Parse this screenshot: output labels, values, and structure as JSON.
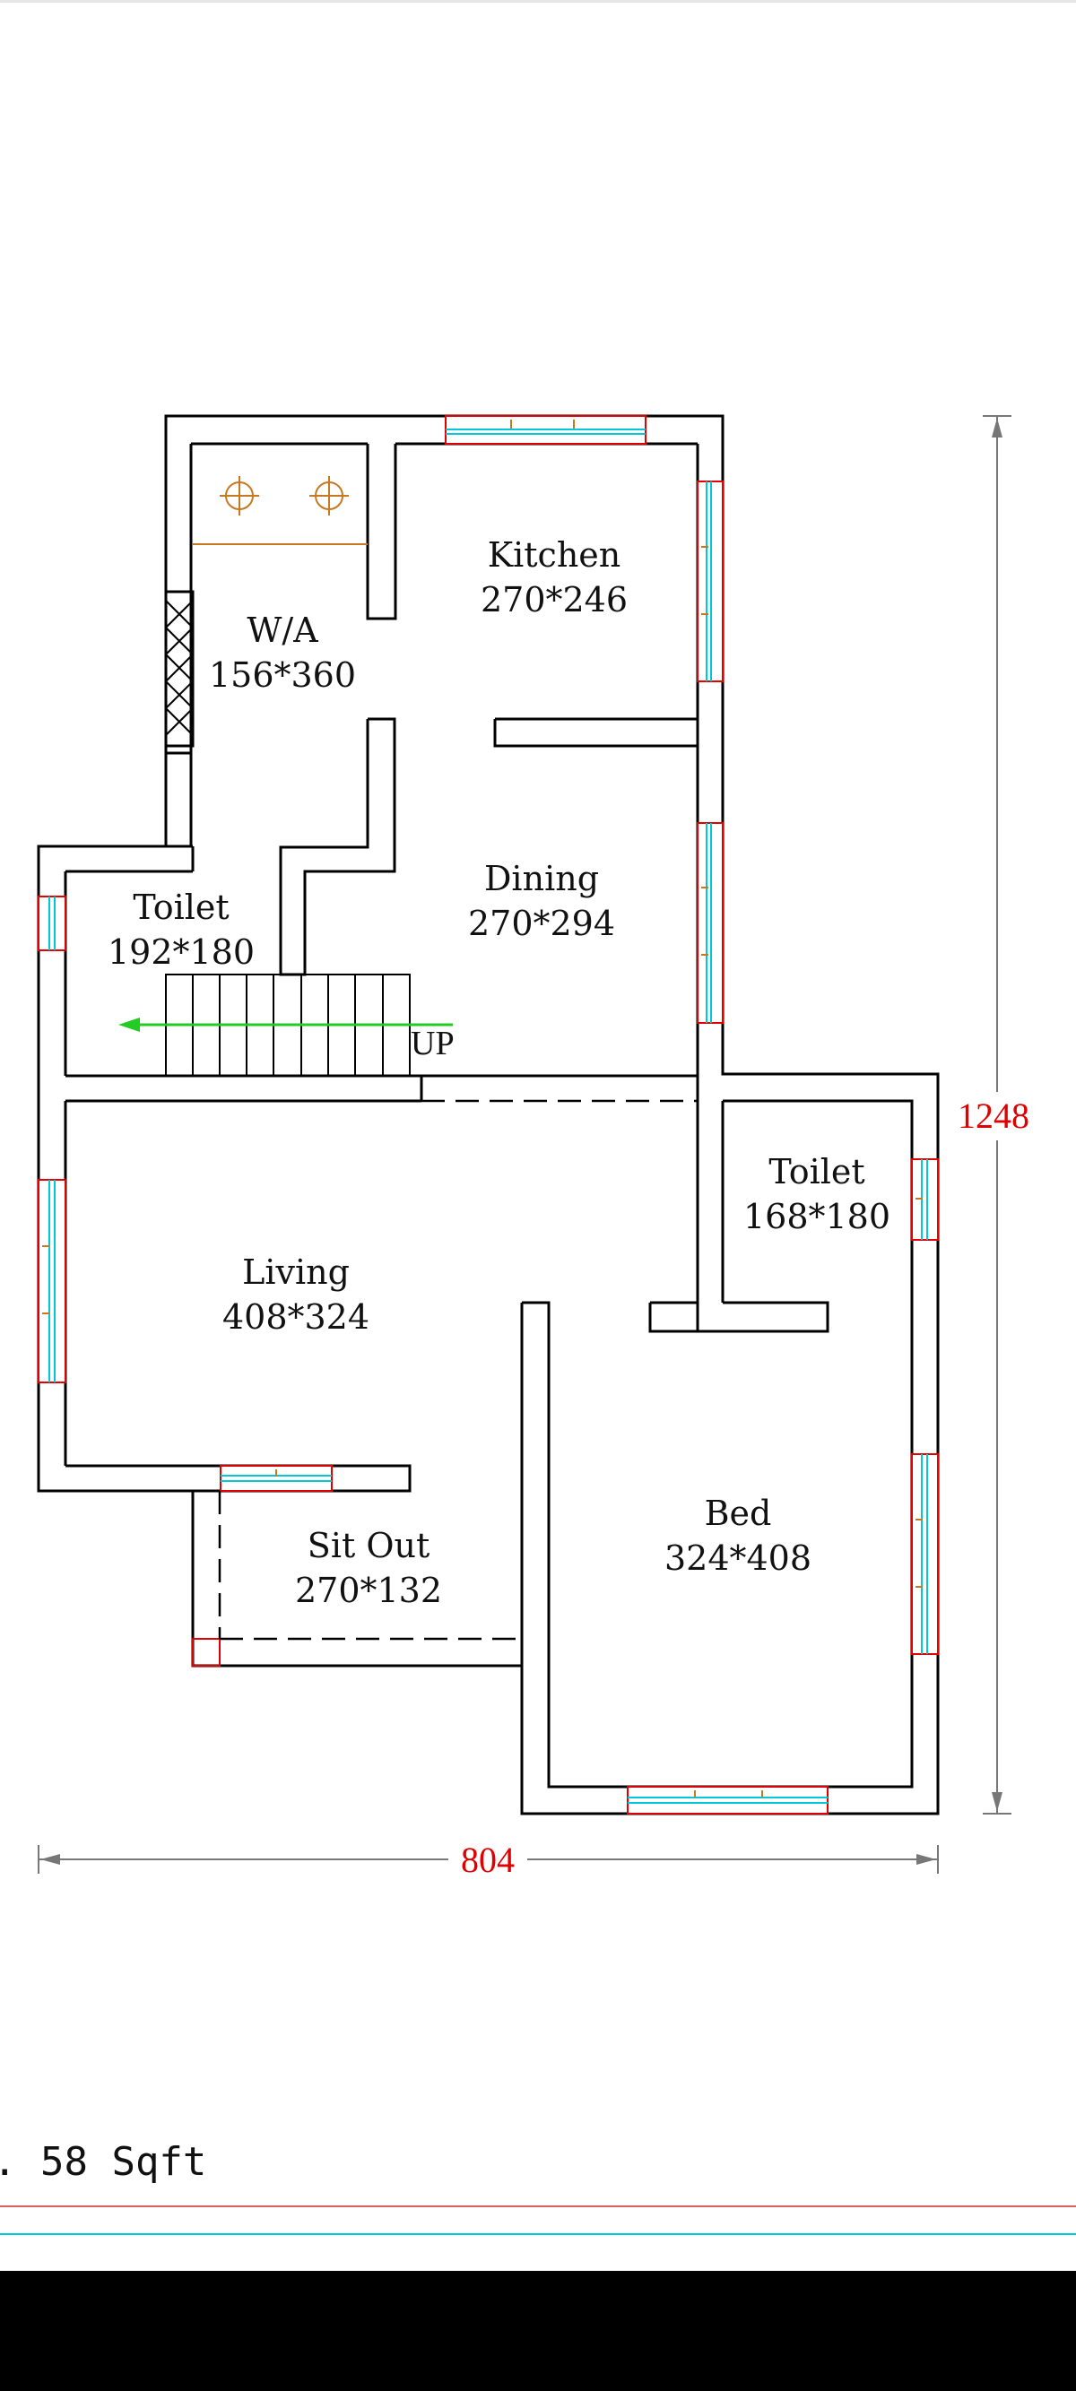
{
  "rooms": {
    "kitchen": {
      "name": "Kitchen",
      "size": "270*246"
    },
    "wa": {
      "name": "W/A",
      "size": "156*360"
    },
    "toilet1": {
      "name": "Toilet",
      "size": "192*180"
    },
    "dining": {
      "name": "Dining",
      "size": "270*294"
    },
    "living": {
      "name": "Living",
      "size": "408*324"
    },
    "toilet2": {
      "name": "Toilet",
      "size": "168*180"
    },
    "sitout": {
      "name": "Sit Out",
      "size": "270*132"
    },
    "bed": {
      "name": "Bed",
      "size": "324*408"
    }
  },
  "stair": {
    "label": "UP"
  },
  "dimensions": {
    "width": "804",
    "height": "1248"
  },
  "footer": {
    "area_text": ". 58 Sqft"
  },
  "colors": {
    "wall": "#000000",
    "window_frame": "#e00000",
    "glass": "#00c8d8",
    "fixture": "#c8781e",
    "stair_arrow": "#22cc22",
    "dimension_line": "#777777",
    "dimension_text": "#e00000"
  }
}
